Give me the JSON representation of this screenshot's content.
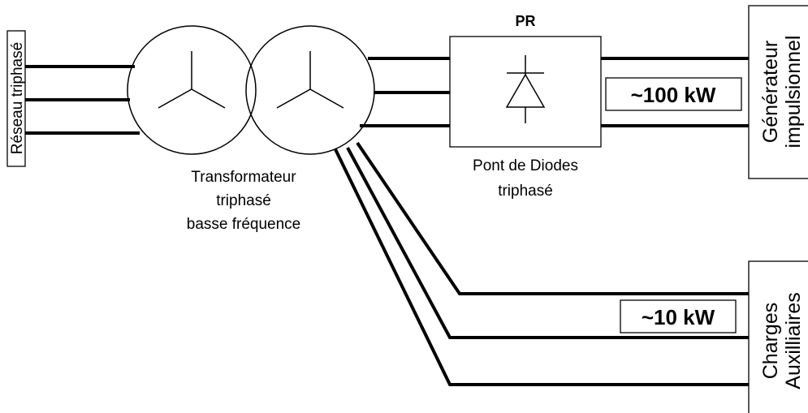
{
  "reseau_label": "Réseau triphasé",
  "transformer_label": [
    "Transformateur",
    "triphasé",
    "basse fréquence"
  ],
  "rectifier_title": "PR",
  "rectifier_label": [
    "Pont de Diodes",
    "triphasé"
  ],
  "generator_label": [
    "Générateur",
    "impulsionnel"
  ],
  "generator_power": "~100 kW",
  "aux_label": [
    "Charges",
    "Auxilliaires"
  ],
  "aux_power": "~10 kW"
}
